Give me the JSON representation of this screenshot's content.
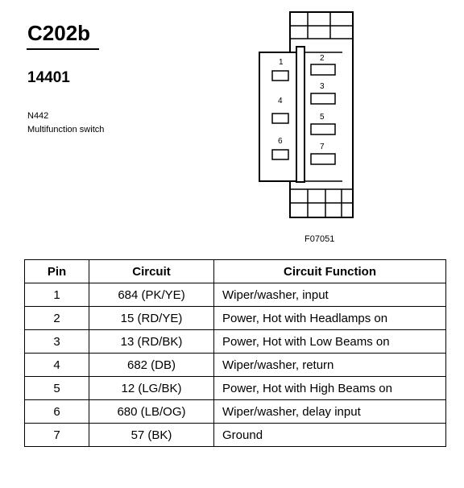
{
  "header": {
    "connector": "C202b",
    "part_number": "14401",
    "component_code": "N442",
    "component_name": "Multifunction switch"
  },
  "figure": {
    "id": "F07051",
    "pin_labels": [
      "1",
      "4",
      "6",
      "2",
      "3",
      "5",
      "7"
    ]
  },
  "table": {
    "headers": [
      "Pin",
      "Circuit",
      "Circuit Function"
    ],
    "rows": [
      [
        "1",
        "684 (PK/YE)",
        "Wiper/washer, input"
      ],
      [
        "2",
        "15 (RD/YE)",
        "Power, Hot with Headlamps on"
      ],
      [
        "3",
        "13 (RD/BK)",
        "Power, Hot with Low Beams on"
      ],
      [
        "4",
        "682 (DB)",
        "Wiper/washer, return"
      ],
      [
        "5",
        "12 (LG/BK)",
        "Power, Hot with High Beams on"
      ],
      [
        "6",
        "680 (LB/OG)",
        "Wiper/washer, delay input"
      ],
      [
        "7",
        "57 (BK)",
        "Ground"
      ]
    ]
  }
}
